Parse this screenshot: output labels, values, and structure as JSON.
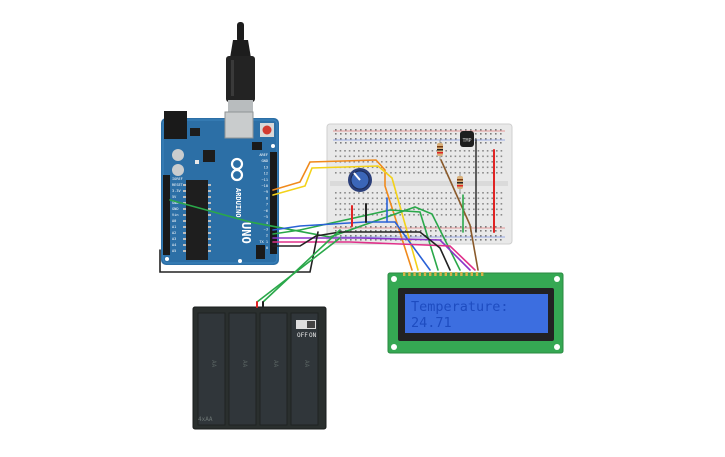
{
  "lcd": {
    "line1": "Temperature:",
    "line2": "24.71"
  },
  "arduino": {
    "brand": "ARDUINO",
    "model": "UNO",
    "header_labels": [
      "AREF",
      "GND",
      "13",
      "12",
      "~11",
      "~10",
      "~9",
      "8",
      "7",
      "~6",
      "~5",
      "4",
      "~3",
      "2",
      "TX 1",
      "RX 0"
    ],
    "power_labels": [
      "IOREF",
      "RESET",
      "3.3V",
      "5V",
      "GND",
      "GND",
      "Vin",
      "A0",
      "A1",
      "A2",
      "A3",
      "A4",
      "A5"
    ]
  },
  "breadboard": {
    "sensor_label": "TMP"
  },
  "battery": {
    "switch_off": "OFF",
    "switch_on": "ON",
    "cell_label": "AA",
    "pack_label": "4xAA"
  },
  "colors": {
    "lcd_screen": "#3c6ee0",
    "lcd_text": "#1e4cc0",
    "lcd_board": "#35a853",
    "arduino": "#2c6fa6",
    "battery": "#2a2f2e",
    "wire_green": "#2aa84a",
    "wire_orange": "#f08a1c",
    "wire_yellow": "#f3d21a",
    "wire_red": "#e02424",
    "wire_black": "#222222",
    "wire_blue": "#2a62d6",
    "wire_purple": "#8a35c9",
    "wire_pink": "#e0308a",
    "wire_brown": "#8a5a2b"
  }
}
